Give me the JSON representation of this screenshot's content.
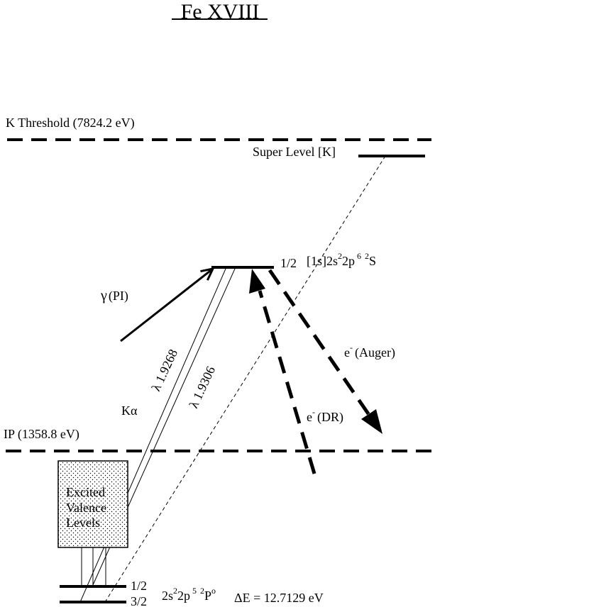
{
  "title": "Fe XVIII",
  "k_threshold_label": "K Threshold (7824.2 eV)",
  "super_level_label": "Super Level [K]",
  "upper_level": {
    "j": "1/2",
    "config_prefix": "[1s]2s",
    "sup1": "2",
    "mid": "2p",
    "sup2": "6",
    "sup3": "2",
    "term": "S"
  },
  "photon_label": "γ",
  "photon_process": "(PI)",
  "auger": {
    "symbol": "e",
    "charge": "-",
    "process": "(Auger)"
  },
  "dr": {
    "symbol": "e",
    "charge": "-",
    "process": "(DR)"
  },
  "transition_1": "λ 1.9268",
  "transition_2": "λ 1.9306",
  "k_alpha": "Kα",
  "ip_label": "IP (1358.8 eV)",
  "box_lines": [
    "Excited",
    "Valence",
    "Levels"
  ],
  "lower_j1": "1/2",
  "lower_j2": "3/2",
  "ground": {
    "prefix": "2s",
    "sup1": "2",
    "mid": "2p",
    "sup2": "5",
    "sup3": "2",
    "term": "P",
    "parity": "o"
  },
  "delta_e": "ΔE = 12.7129 eV"
}
